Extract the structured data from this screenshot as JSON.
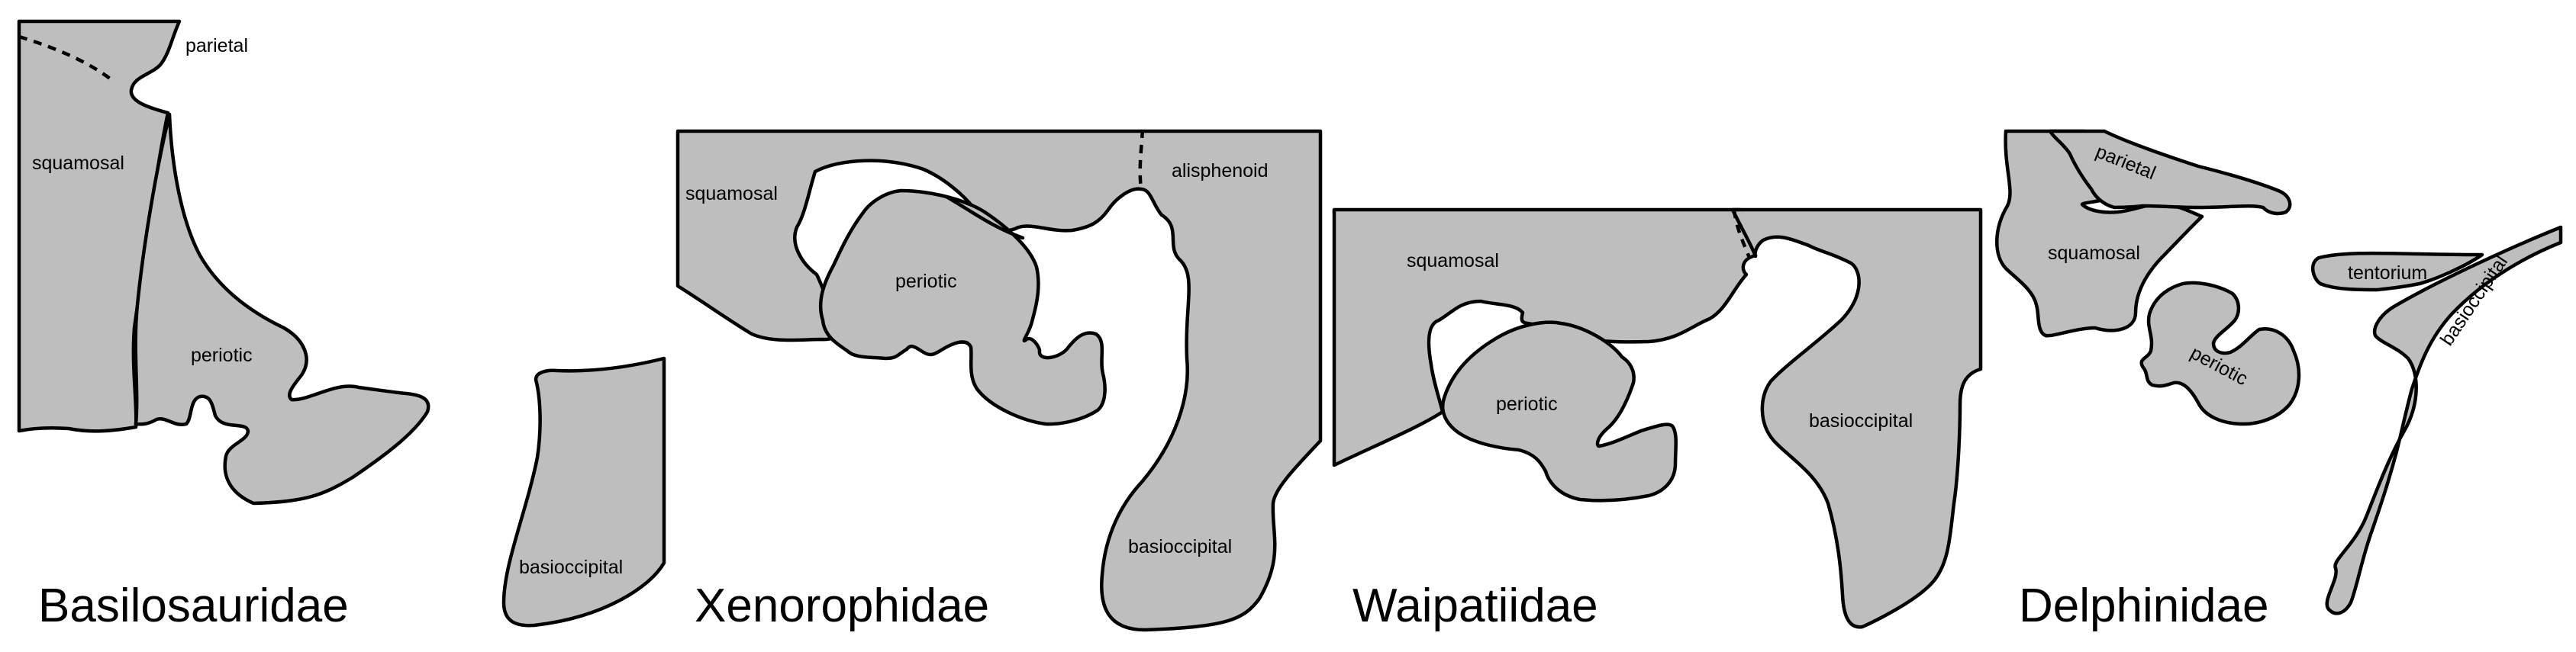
{
  "colors": {
    "bone_fill": "#bebebe",
    "outline": "#000000",
    "background": "#ffffff"
  },
  "panels": [
    {
      "taxon": "Basilosauridae",
      "labels": {
        "parietal": "parietal",
        "squamosal": "squamosal",
        "periotic": "periotic",
        "basioccipital": "basioccipital"
      }
    },
    {
      "taxon": "Xenorophidae",
      "labels": {
        "squamosal": "squamosal",
        "alisphenoid": "alisphenoid",
        "periotic": "periotic",
        "basioccipital": "basioccipital"
      }
    },
    {
      "taxon": "Waipatiidae",
      "labels": {
        "squamosal": "squamosal",
        "periotic": "periotic",
        "basioccipital": "basioccipital"
      }
    },
    {
      "taxon": "Delphinidae",
      "labels": {
        "parietal": "parietal",
        "squamosal": "squamosal",
        "periotic": "periotic",
        "tentorium": "tentorium",
        "basioccipital": "basioccipital"
      }
    }
  ]
}
